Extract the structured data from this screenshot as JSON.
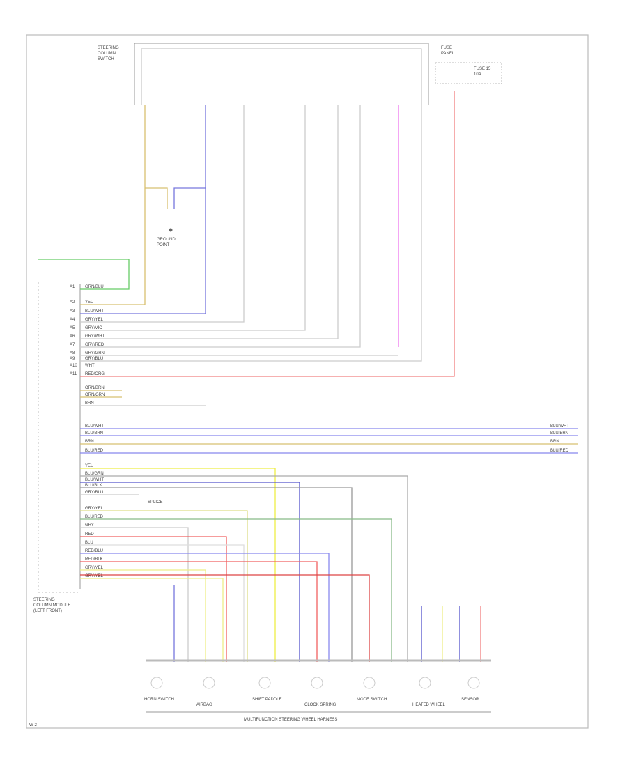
{
  "diagram": {
    "page_label": "W-2",
    "bottom_title": "MULTIFUNCTION STEERING WHEEL HARNESS",
    "top_left_component": [
      "STEERING",
      "COLUMN",
      "SWITCH"
    ],
    "top_right_component": [
      "FUSE",
      "PANEL"
    ],
    "top_right_note": [
      "FUSE 15",
      "10A"
    ],
    "left_module": [
      "STEERING",
      "COLUMN MODULE",
      "(LEFT FRONT)"
    ],
    "ground_label": [
      "GROUND",
      "POINT"
    ],
    "splice_label": "SPLICE",
    "module_pins_top": [
      "A1",
      "A2",
      "A3",
      "A4",
      "A5",
      "A6",
      "A7",
      "A8",
      "A9",
      "A10",
      "A11"
    ],
    "wire_labels_top": [
      "GRN/BLU",
      "YEL",
      "BLU/WHT",
      "GRY/YEL",
      "GRY/VIO",
      "GRY/WHT",
      "GRY/RED",
      "GRY/GRN",
      "GRY/BLU",
      "WHT",
      "RED/ORG"
    ],
    "wire_labels_mid": [
      "ORN/BRN",
      "ORN/GRN",
      "BRN"
    ],
    "wire_labels_bus": [
      "BLU/WHT",
      "BLU/BRN",
      "BRN",
      "BLU/RED"
    ],
    "wire_labels_low": [
      "YEL",
      "BLU/GRN",
      "BLU/WHT",
      "BLU/BLK",
      "GRY/BLU",
      "GRY/YEL",
      "BLU/RED",
      "GRY",
      "RED",
      "BLU",
      "RED/BLU",
      "RED/BLK",
      "GRY/YEL",
      "GRY/YEL"
    ],
    "bottom_components": [
      "HORN SWITCH",
      "AIRBAG",
      "SHIFT PADDLE",
      "CLOCK SPRING",
      "MODE SWITCH",
      "HEATED WHEEL",
      "SENSOR"
    ],
    "accent": "#7777dd"
  }
}
